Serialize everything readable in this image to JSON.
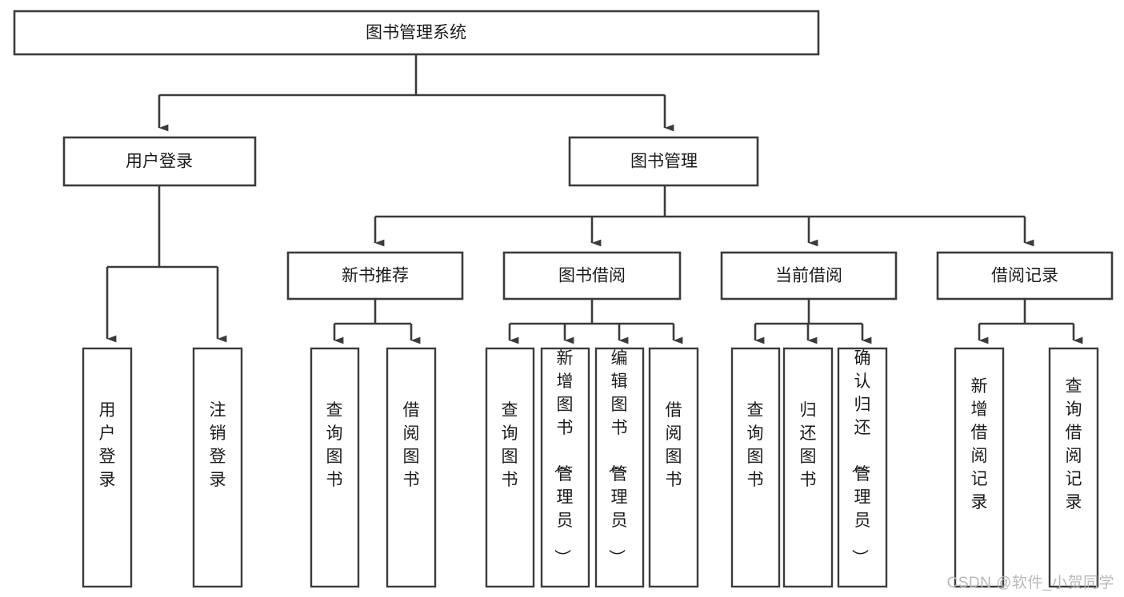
{
  "diagram": {
    "title": "图书管理系统",
    "type": "tree-hierarchy-chart",
    "orientation": "top-down",
    "colors": {
      "box_stroke": "#3b3b3b",
      "box_fill": "#ffffff",
      "edge": "#3b3b3b",
      "text": "#1b1b1b",
      "background": "#ffffff",
      "watermark": "#b9b9b9"
    }
  },
  "root": {
    "label": "图书管理系统"
  },
  "level1": [
    {
      "id": "user-login",
      "label": "用户登录"
    },
    {
      "id": "book-management",
      "label": "图书管理"
    }
  ],
  "level2": [
    {
      "id": "new-book-recommend",
      "label": "新书推荐"
    },
    {
      "id": "book-borrow",
      "label": "图书借阅"
    },
    {
      "id": "current-borrow",
      "label": "当前借阅"
    },
    {
      "id": "borrow-record",
      "label": "借阅记录"
    }
  ],
  "leaves": {
    "user_login": [
      {
        "id": "leaf-user-login",
        "label": "用户登录"
      },
      {
        "id": "leaf-logout-login",
        "label": "注销登录"
      }
    ],
    "new_book_recommend": [
      {
        "id": "leaf-query-book-1",
        "label": "查询图书"
      },
      {
        "id": "leaf-borrow-book-1",
        "label": "借阅图书"
      }
    ],
    "book_borrow": [
      {
        "id": "leaf-query-book-2",
        "label": "查询图书"
      },
      {
        "id": "leaf-add-book",
        "label": "新增图书（管理员）"
      },
      {
        "id": "leaf-edit-book",
        "label": "编辑图书（管理员）"
      },
      {
        "id": "leaf-borrow-book-2",
        "label": "借阅图书"
      }
    ],
    "current_borrow": [
      {
        "id": "leaf-query-book-3",
        "label": "查询图书"
      },
      {
        "id": "leaf-return-book",
        "label": "归还图书"
      },
      {
        "id": "leaf-confirm-return",
        "label": "确认归还（管理员）"
      }
    ],
    "borrow_record": [
      {
        "id": "leaf-add-record",
        "label": "新增借阅记录"
      },
      {
        "id": "leaf-query-record",
        "label": "查询借阅记录"
      }
    ]
  },
  "watermark": {
    "text": "CSDN @软件_小贺同学"
  }
}
